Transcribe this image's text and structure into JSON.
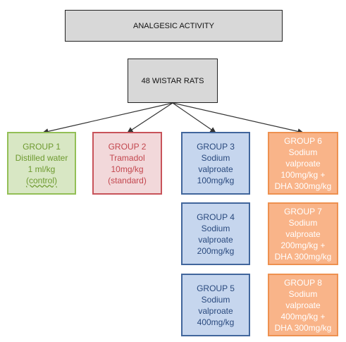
{
  "title": "ANALGESIC ACTIVITY",
  "root": "48 WISTAR RATS",
  "groups": [
    {
      "label": "GROUP 1",
      "lines": [
        "Distilled water",
        "1 ml/kg",
        "(control)"
      ]
    },
    {
      "label": "GROUP 2",
      "lines": [
        "Tramadol",
        "10mg/kg",
        "(standard)"
      ]
    },
    {
      "label": "GROUP 3",
      "lines": [
        "Sodium",
        "valproate",
        "100mg/kg"
      ]
    },
    {
      "label": "GROUP 4",
      "lines": [
        "Sodium",
        "valproate",
        "200mg/kg"
      ]
    },
    {
      "label": "GROUP 5",
      "lines": [
        "Sodium",
        "valproate",
        "400mg/kg"
      ]
    },
    {
      "label": "GROUP 6",
      "lines": [
        "Sodium",
        "valproate",
        "100mg/kg +",
        "DHA 300mg/kg"
      ]
    },
    {
      "label": "GROUP 7",
      "lines": [
        "Sodium",
        "valproate",
        "200mg/kg +",
        "DHA 300mg/kg"
      ]
    },
    {
      "label": "GROUP 8",
      "lines": [
        "Sodium",
        "valproate",
        "400mg/kg +",
        "DHA 300mg/kg"
      ]
    }
  ],
  "colors": {
    "head_fill": "#d8d8d8",
    "green": "#93bf56",
    "red": "#c8535a",
    "blue": "#41669c",
    "orange": "#ee9150"
  }
}
